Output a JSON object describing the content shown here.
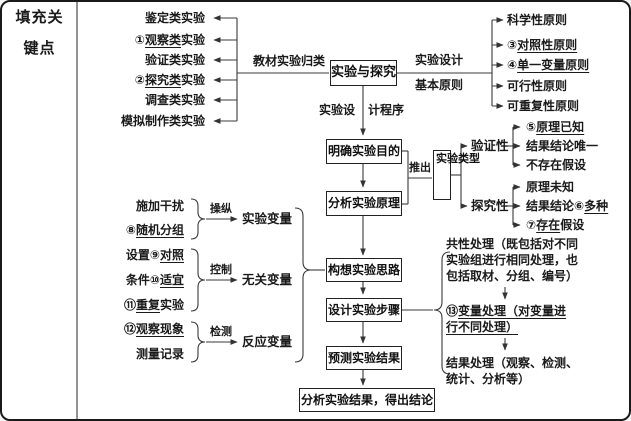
{
  "sidebar": {
    "title_line1": "填充关",
    "title_line2": "键点"
  },
  "classification": {
    "branch_label": "教材实验归类",
    "items": [
      {
        "pre": "",
        "u": "",
        "post": "鉴定类实验"
      },
      {
        "pre": "①",
        "u": "观察类",
        "post": "实验"
      },
      {
        "pre": "",
        "u": "",
        "post": "验证类实验"
      },
      {
        "pre": "②",
        "u": "探究类",
        "post": "实验"
      },
      {
        "pre": "",
        "u": "",
        "post": "调查类实验"
      },
      {
        "pre": "",
        "u": "",
        "post": "模拟制作类实验"
      }
    ]
  },
  "root": {
    "label": "实验与探究"
  },
  "principles": {
    "edge_label_top": "实验设计",
    "edge_label_bottom": "基本原则",
    "items": [
      {
        "pre": "",
        "u": "",
        "post": "科学性原则"
      },
      {
        "pre": "③",
        "u": "对照性原则",
        "post": ""
      },
      {
        "pre": "④",
        "u": "单一变量原则",
        "post": ""
      },
      {
        "pre": "",
        "u": "",
        "post": "可行性原则"
      },
      {
        "pre": "",
        "u": "",
        "post": "可重复性原则"
      }
    ]
  },
  "procedure": {
    "edge_label_left": "实验设",
    "edge_label_right": "计程序",
    "steps": [
      "明确实验目的",
      "分析实验原理",
      "构想实验思路",
      "设计实验步骤",
      "预测实验结果",
      "分析实验结果，得出结论"
    ]
  },
  "types": {
    "infer_label": "推出",
    "box_label": "实验类型",
    "verify": {
      "name": "验证性",
      "items": [
        {
          "pre": "⑤",
          "u": "原理已知",
          "post": ""
        },
        {
          "pre": "",
          "u": "",
          "post": "结果结论唯一"
        },
        {
          "pre": "",
          "u": "",
          "post": "不存在假设"
        }
      ]
    },
    "explore": {
      "name": "探究性",
      "items": [
        {
          "pre": "",
          "u": "",
          "post": "原理未知"
        },
        {
          "pre": "结果结论⑥",
          "u": "多种",
          "post": ""
        },
        {
          "pre": "⑦",
          "u": "存在",
          "post": "假设"
        }
      ]
    }
  },
  "variables": {
    "groups": [
      {
        "verb": "操纵",
        "target": "实验变量",
        "inputs": [
          {
            "pre": "",
            "u": "",
            "post": "施加干扰"
          },
          {
            "pre": "⑧",
            "u": "随机分组",
            "post": ""
          }
        ]
      },
      {
        "verb": "控制",
        "target": "无关变量",
        "inputs": [
          {
            "pre": "设置⑨",
            "u": "对照",
            "post": ""
          },
          {
            "pre": "条件⑩",
            "u": "适宜",
            "post": ""
          },
          {
            "pre": "⑪",
            "u": "重复",
            "post": "实验"
          }
        ]
      },
      {
        "verb": "检测",
        "target": "反应变量",
        "inputs": [
          {
            "pre": "⑫",
            "u": "观察现象",
            "post": ""
          },
          {
            "pre": "",
            "u": "",
            "post": "测量记录"
          }
        ]
      }
    ]
  },
  "step_notes": {
    "common": "共性处理（既包括对不同实验组进行相同处理，也包括取材、分组、编号）",
    "variable_pre": "⑬",
    "variable_u": "变量处理（对变量进行不同处理）",
    "result": "结果处理（观察、检测、统计、分析等）"
  },
  "colors": {
    "ink": "#1a1a1a",
    "line": "#3a3a3a",
    "background": "#ffffff"
  }
}
